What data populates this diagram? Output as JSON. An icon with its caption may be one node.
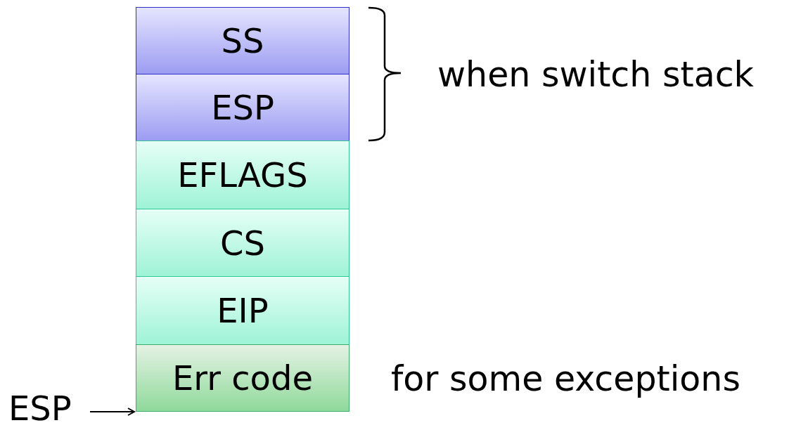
{
  "diagram": {
    "nodes": [
      {
        "text": [
          "SS"
        ]
      },
      {
        "text": [
          "ESP"
        ]
      },
      {
        "text": [
          "EFLAGS"
        ]
      },
      {
        "text": [
          "CS"
        ]
      },
      {
        "text": [
          "EIP"
        ]
      },
      {
        "text": [
          "Err code"
        ]
      },
      {
        "text": [
          "ESP"
        ]
      }
    ],
    "edges": [
      {
        "from": 6,
        "to": 5,
        "arrow": "to"
      }
    ],
    "labels": [
      "when switch stack",
      "for some exceptions"
    ]
  }
}
